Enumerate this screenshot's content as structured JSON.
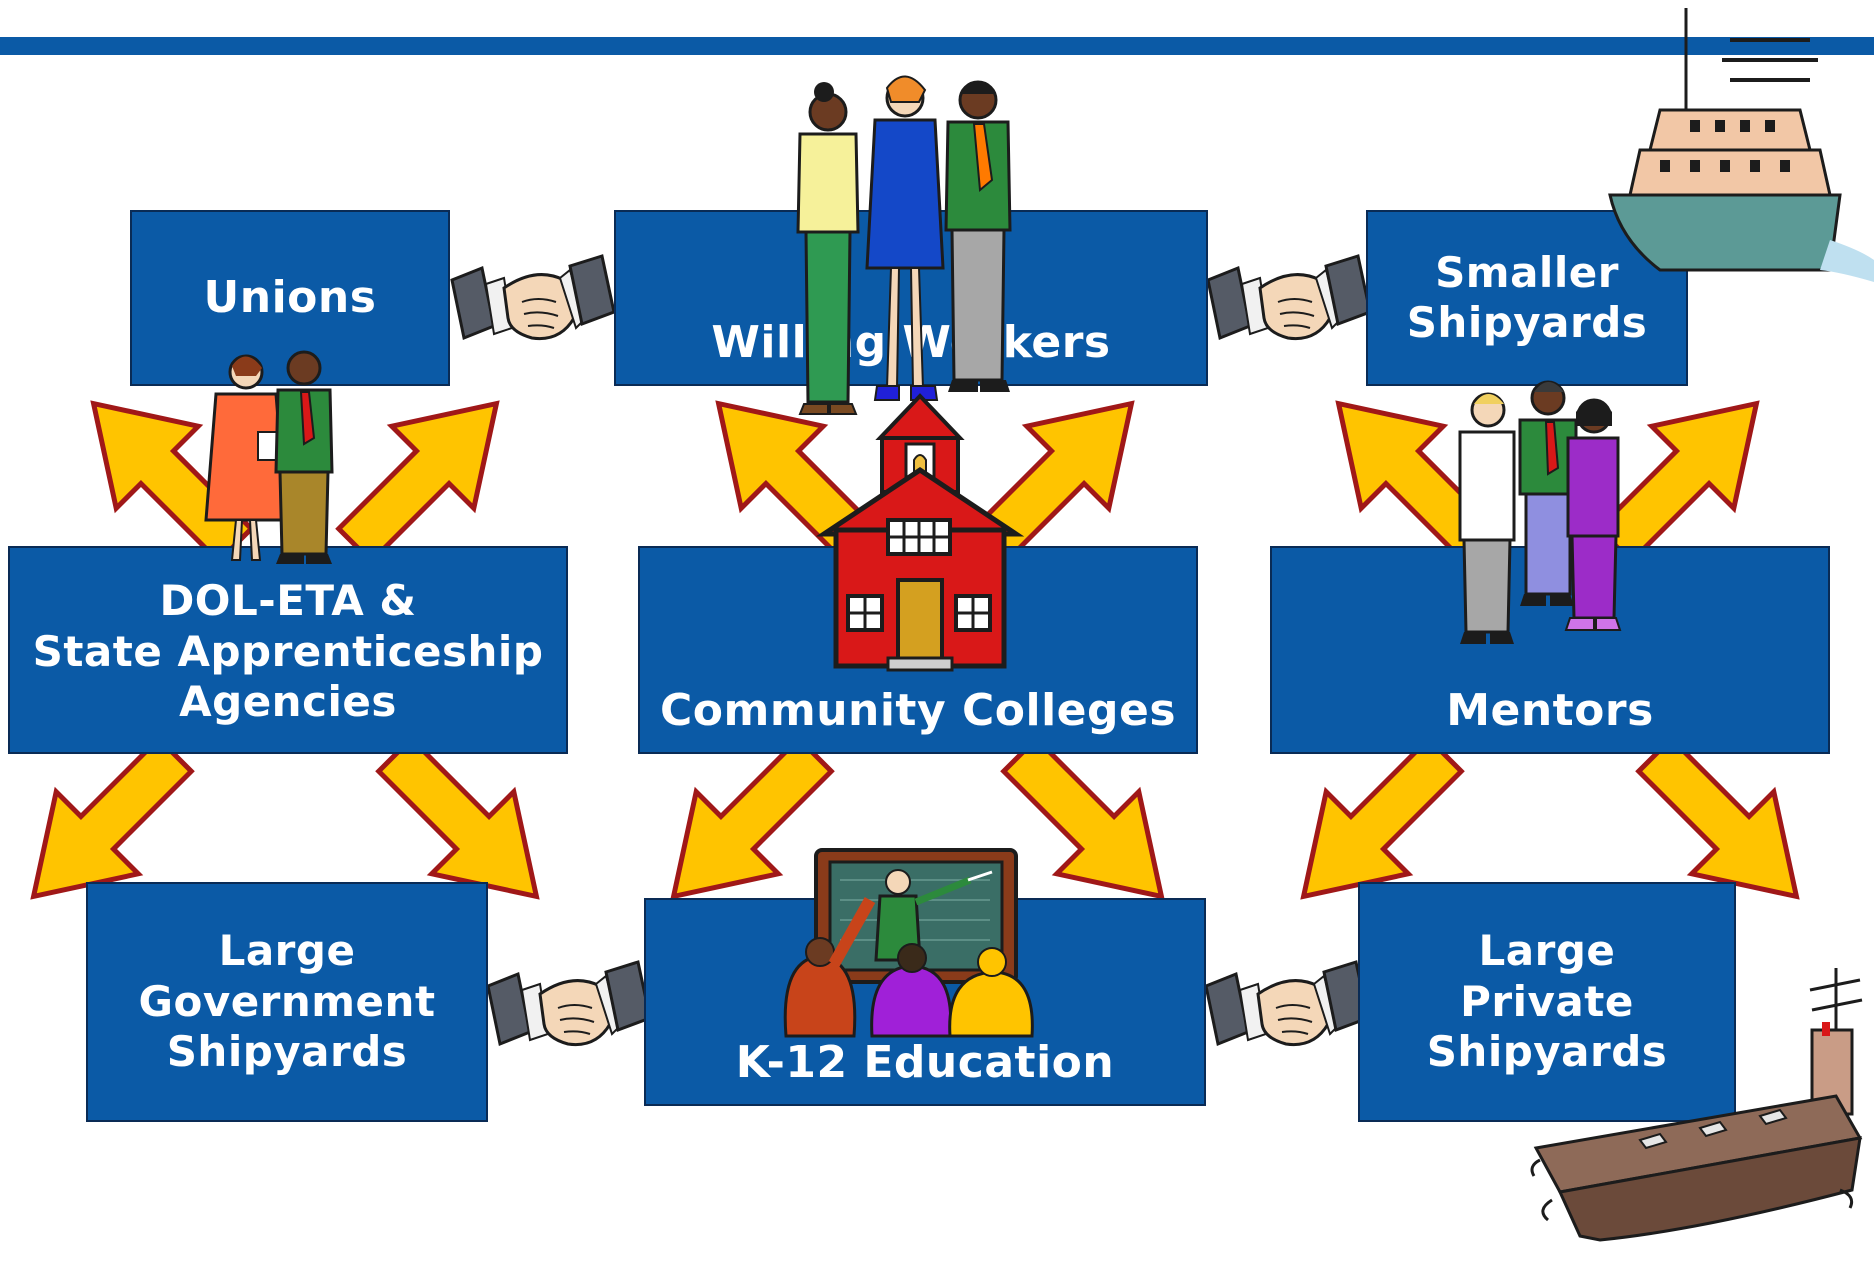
{
  "colors": {
    "top_bar": "#0b5aa6",
    "box_fill": "#0b5aa6",
    "box_border": "#0a2b55",
    "box_text": "#ffffff",
    "arrow_fill": "#ffc400",
    "arrow_outline": "#a01818"
  },
  "top_row": {
    "unions": "Unions",
    "willing_workers": "Willing Workers",
    "smaller_shipyards": "Smaller\nShipyards"
  },
  "middle_row": {
    "dol_eta": "DOL-ETA &\nState Apprenticeship\nAgencies",
    "community_colleges": "Community Colleges",
    "mentors": "Mentors"
  },
  "bottom_row": {
    "large_government_shipyards": "Large\nGovernment\nShipyards",
    "k12_education": "K-12 Education",
    "large_private_shipyards": "Large\nPrivate\nShipyards"
  },
  "icons": [
    "handshake-icon",
    "workers-group-icon",
    "ship-icon",
    "business-pair-icon",
    "schoolhouse-icon",
    "mentoring-group-icon",
    "classroom-icon",
    "aircraft-carrier-icon",
    "arrow-icon"
  ]
}
